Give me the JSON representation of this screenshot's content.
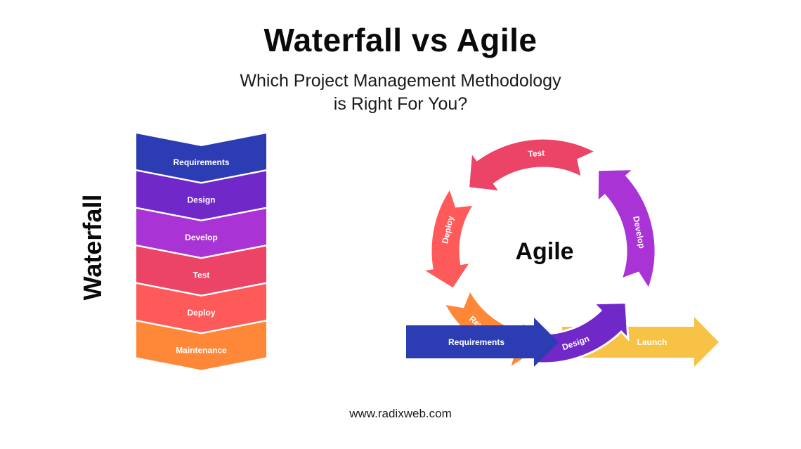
{
  "header": {
    "title": "Waterfall vs Agile",
    "subtitle_line1": "Which Project Management Methodology",
    "subtitle_line2": "is Right For You?"
  },
  "waterfall": {
    "label": "Waterfall",
    "stages": [
      {
        "label": "Requirements",
        "color": "#2C3DB4"
      },
      {
        "label": "Design",
        "color": "#7028C8"
      },
      {
        "label": "Develop",
        "color": "#AA33D6"
      },
      {
        "label": "Test",
        "color": "#EC4466"
      },
      {
        "label": "Deploy",
        "color": "#FF5A5A"
      },
      {
        "label": "Maintenance",
        "color": "#FF8838"
      }
    ]
  },
  "agile": {
    "label": "Agile",
    "entry": {
      "label": "Requirements",
      "color": "#2C3DB4"
    },
    "exit": {
      "label": "Launch",
      "color": "#F7C245"
    },
    "cycle": [
      {
        "label": "Design",
        "color": "#7028C8"
      },
      {
        "label": "Develop",
        "color": "#AA33D6"
      },
      {
        "label": "Test",
        "color": "#EC4466"
      },
      {
        "label": "Deploy",
        "color": "#FF5A5A"
      },
      {
        "label": "Review",
        "color": "#FF8838"
      }
    ]
  },
  "footer": {
    "url": "www.radixweb.com"
  }
}
